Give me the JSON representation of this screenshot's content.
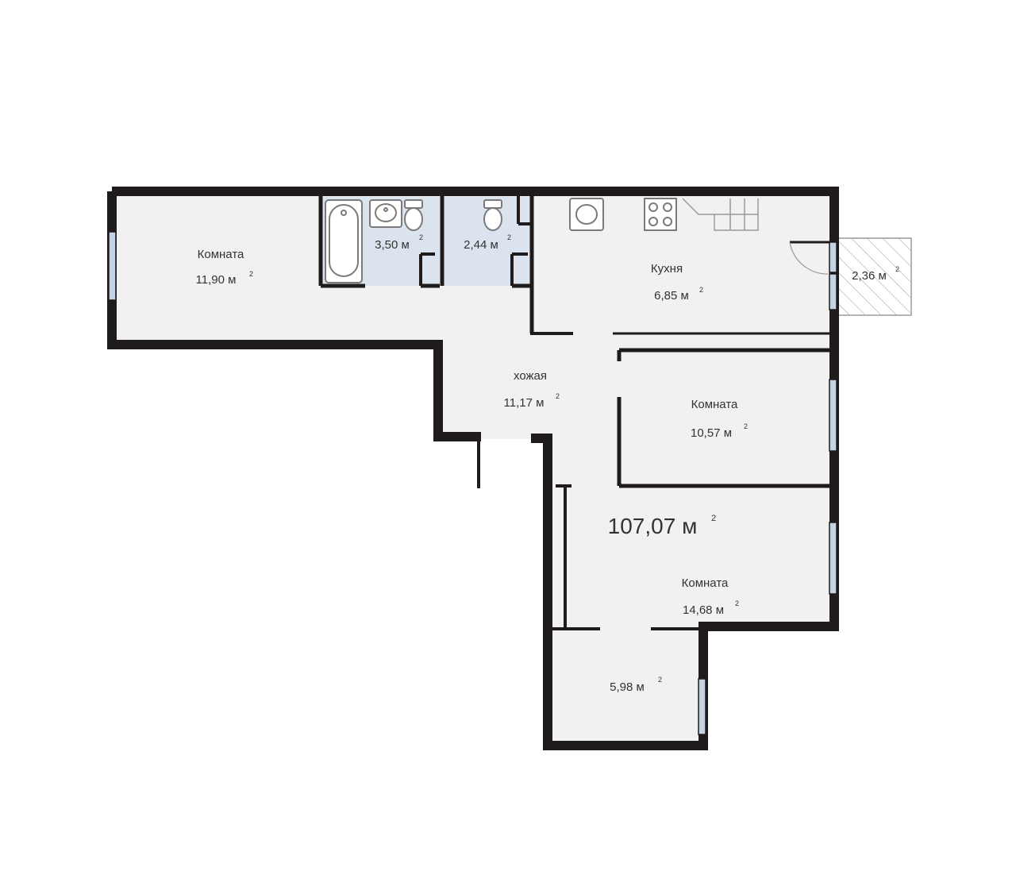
{
  "colors": {
    "wall": "#1f1b1b",
    "floor": "#f1f1f1",
    "bath_floor": "#dbe4ee",
    "window": "#c5d4e4",
    "fixture_stroke": "#7a7a7a",
    "balcony_hatch": "#9a9a9a"
  },
  "plan": {
    "total_area": "107,07 м",
    "total_area_sup": "2"
  },
  "rooms": {
    "room1": {
      "name": "Комната",
      "area": "11,90 м",
      "sup": "2"
    },
    "bathroom": {
      "area": "3,50 м",
      "sup": "2"
    },
    "toilet": {
      "area": "2,44 м",
      "sup": "2"
    },
    "kitchen": {
      "name": "Кухня",
      "area": "6,85 м",
      "sup": "2"
    },
    "balcony": {
      "area": "2,36 м",
      "sup": "2"
    },
    "hall": {
      "name": "хожая",
      "area": "11,17 м",
      "sup": "2"
    },
    "room2": {
      "name": "Комната",
      "area": "10,57 м",
      "sup": "2"
    },
    "room3": {
      "name": "Комната",
      "area": "14,68 м",
      "sup": "2"
    },
    "storage": {
      "area": "5,98 м",
      "sup": "2"
    }
  },
  "icons": [
    "bathtub-icon",
    "sink-icon",
    "toilet-icon",
    "stove-icon",
    "door-swing-icon"
  ]
}
